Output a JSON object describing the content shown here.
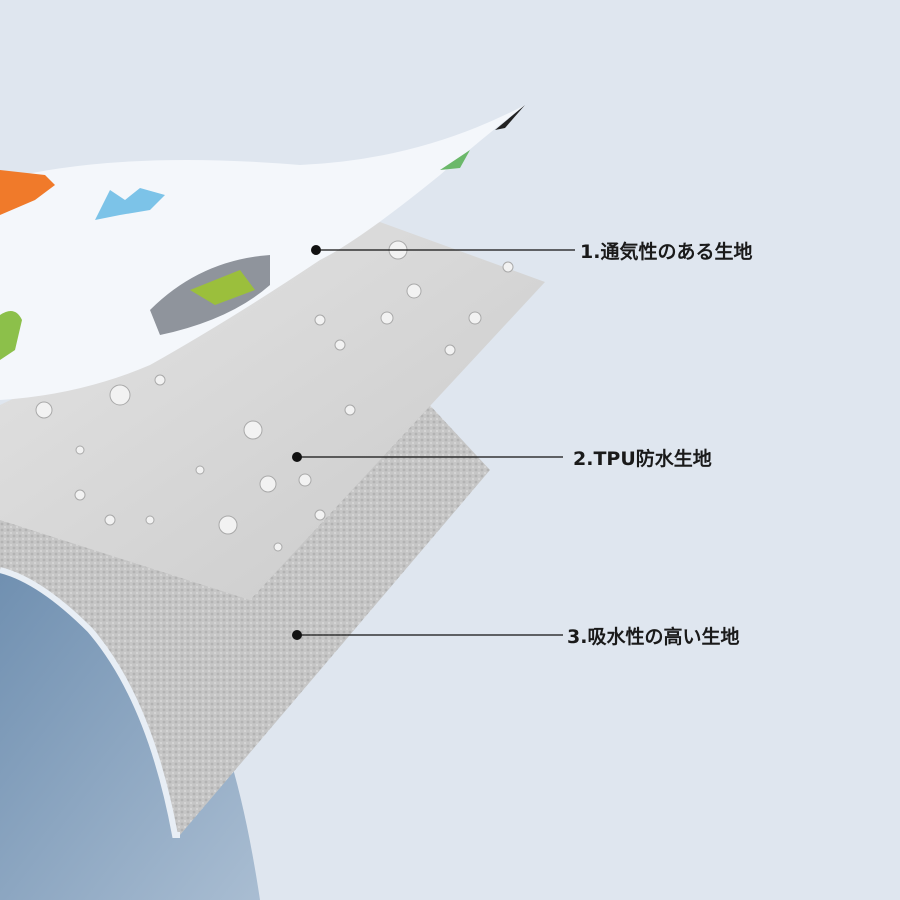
{
  "layers": [
    {
      "label": "1.通気性のある生地"
    },
    {
      "label": "2.TPU防水生地"
    },
    {
      "label": "3.吸水性の高い生地"
    }
  ],
  "colors": {
    "background": "#dfe6ef",
    "shadow": "#7b97b5",
    "terry": "#c9c9c9",
    "tpu": "#d9d9d9",
    "printed_fabric": "#f4f7fb"
  }
}
